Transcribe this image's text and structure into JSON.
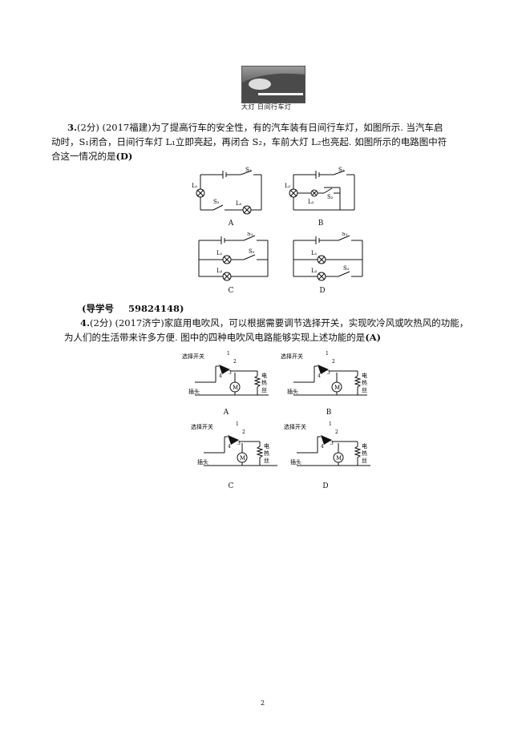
{
  "figure_car": {
    "caption": "大灯  日间行车灯"
  },
  "q3": {
    "number": "3.",
    "line1": "(2分) (2017福建)为了提高行车的安全性，有的汽车装有日间行车灯，如图所示. 当汽车启",
    "line2": "动时，S₁闭合，日间行车灯 L₁立即亮起，再闭合 S₂，车前大灯 L₂也亮起. 如图所示的电路图中符",
    "line3": "合这一情况的是",
    "answer": "(D)",
    "options": [
      "A",
      "B",
      "C",
      "D"
    ],
    "labels": {
      "s1": "S₁",
      "s2": "S₂",
      "l1": "L₁",
      "l2": "L₂"
    }
  },
  "guide": {
    "label": "(导学号",
    "code": "59824148)"
  },
  "q4": {
    "number": "4.",
    "line1": "(2分) (2017济宁)家庭用电吹风，可以根据需要调节选择开关，实现吹冷风或吹热风的功能，",
    "line2": "为人们的生活带来许多方便. 图中的四种电吹风电路能够实现上述功能的是",
    "answer": "(A)",
    "options": [
      "A",
      "B",
      "C",
      "D"
    ],
    "labels": {
      "switch": "选择开关",
      "plug": "插头",
      "heater": "电热丝",
      "motor": "M",
      "t1": "1",
      "t2": "2",
      "t3": "3",
      "t4": "4"
    }
  },
  "page_number": "2"
}
